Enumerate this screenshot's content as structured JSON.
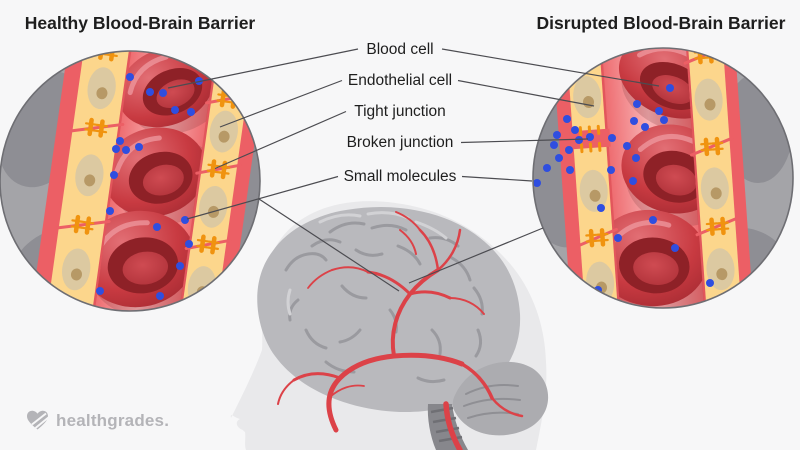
{
  "titles": {
    "left": "Healthy Blood-Brain Barrier",
    "right": "Disrupted Blood-Brain Barrier"
  },
  "labels": [
    {
      "text": "Blood cell"
    },
    {
      "text": "Endothelial cell"
    },
    {
      "text": "Tight junction"
    },
    {
      "text": "Broken junction"
    },
    {
      "text": "Small molecules"
    }
  ],
  "logo": {
    "text": "healthgrades.",
    "icon": "heart-icon"
  },
  "colors": {
    "background": "#f7f7f8",
    "text_ink": "#1e1e1e",
    "connector_line": "#4c4c51",
    "tissue_gray": "#a4a4a8",
    "tissue_gray_dark": "#8c8c91",
    "circle_outline": "#6e6e73",
    "vessel_wall_red": "#ec5f65",
    "lumen_edge_pink": "#ee6b6f",
    "lumen_center_pink": "#f8b3b5",
    "lumen_edge_line": "#e2565c",
    "endothelium_yellow": "#fcd68c",
    "cell_nucleus_tan": "#dcc9a1",
    "nucleolus_brown": "#b3935f",
    "junction_orange": "#f0930f",
    "rbc_red_light": "#e26f75",
    "rbc_red": "#c83a41",
    "rbc_red_deep": "#9c262e",
    "rbc_red_dark": "#8e2127",
    "rbc_center_light": "#cf4b52",
    "rbc_center_dark": "#a82b33",
    "rbc_shadow": "#6e2b30",
    "rbc_highlight": "#ef9aa0",
    "molecule_blue": "#2f4ee0",
    "head_silhouette_gray": "#e9e9eb",
    "brain_gray": "#b9b9bd",
    "brain_fold_gray": "#9a9a9f",
    "brain_highlight": "#d2d2d5",
    "cerebellum_gray": "#acacb0",
    "cerebellum_line": "#8f8f94",
    "brainstem_gray": "#87878c",
    "brainstem_rib": "#6f6f74",
    "brain_vessel_red": "#dc4248",
    "logo_gray": "#b4b4b8"
  }
}
